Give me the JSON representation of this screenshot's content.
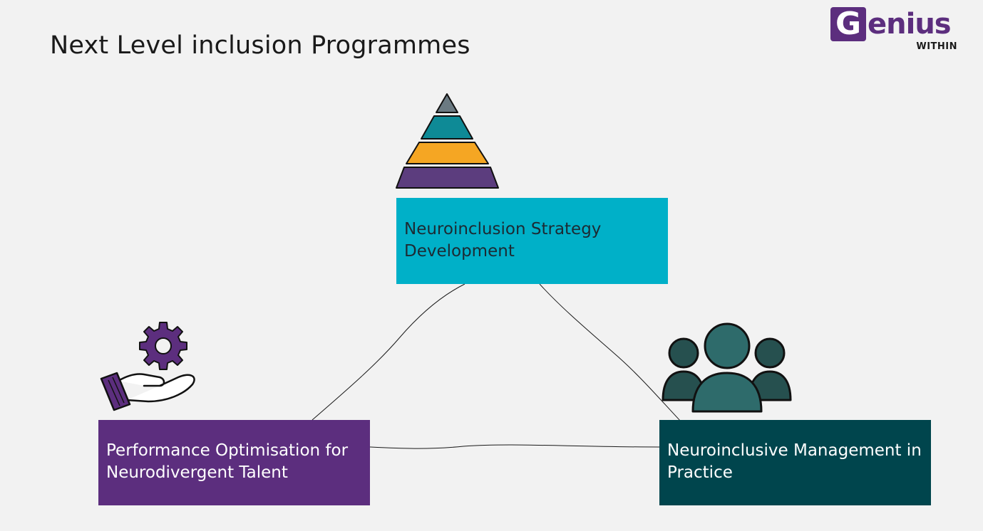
{
  "title": "Next Level inclusion Programmes",
  "logo": {
    "initial": "G",
    "rest": "enius",
    "subtitle": "WITHIN"
  },
  "nodes": {
    "top": {
      "label": "Neuroinclusion Strategy Development",
      "icon": "pyramid-icon",
      "color": "#00b0c8"
    },
    "left": {
      "label": "Performance Optimisation for Neurodivergent Talent",
      "icon": "hand-gear-icon",
      "color": "#5c2e7e"
    },
    "right": {
      "label": "Neuroinclusive Management in Practice",
      "icon": "people-group-icon",
      "color": "#00454d"
    }
  },
  "colors": {
    "purple": "#5c2e7e",
    "teal": "#00b0c8",
    "dark_teal": "#00454d",
    "orange": "#f5a623",
    "slate": "#6b7a82"
  }
}
